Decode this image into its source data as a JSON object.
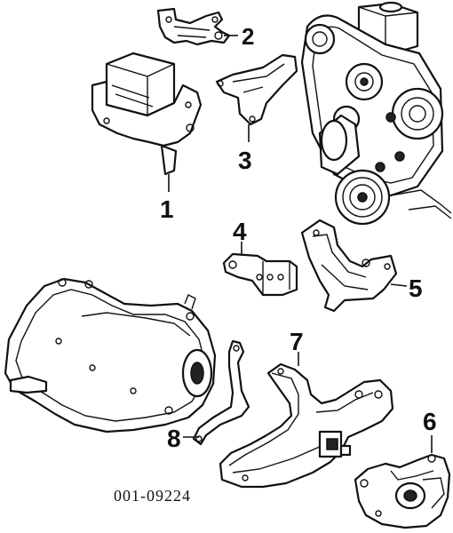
{
  "diagram": {
    "callouts": [
      {
        "id": "1",
        "text": "1"
      },
      {
        "id": "2",
        "text": "2"
      },
      {
        "id": "3",
        "text": "3"
      },
      {
        "id": "4",
        "text": "4"
      },
      {
        "id": "5",
        "text": "5"
      },
      {
        "id": "6",
        "text": "6"
      },
      {
        "id": "7",
        "text": "7"
      },
      {
        "id": "8",
        "text": "8"
      }
    ],
    "reference_code": "001-09224"
  },
  "colors": {
    "ink": "#111111",
    "background": "#ffffff"
  }
}
